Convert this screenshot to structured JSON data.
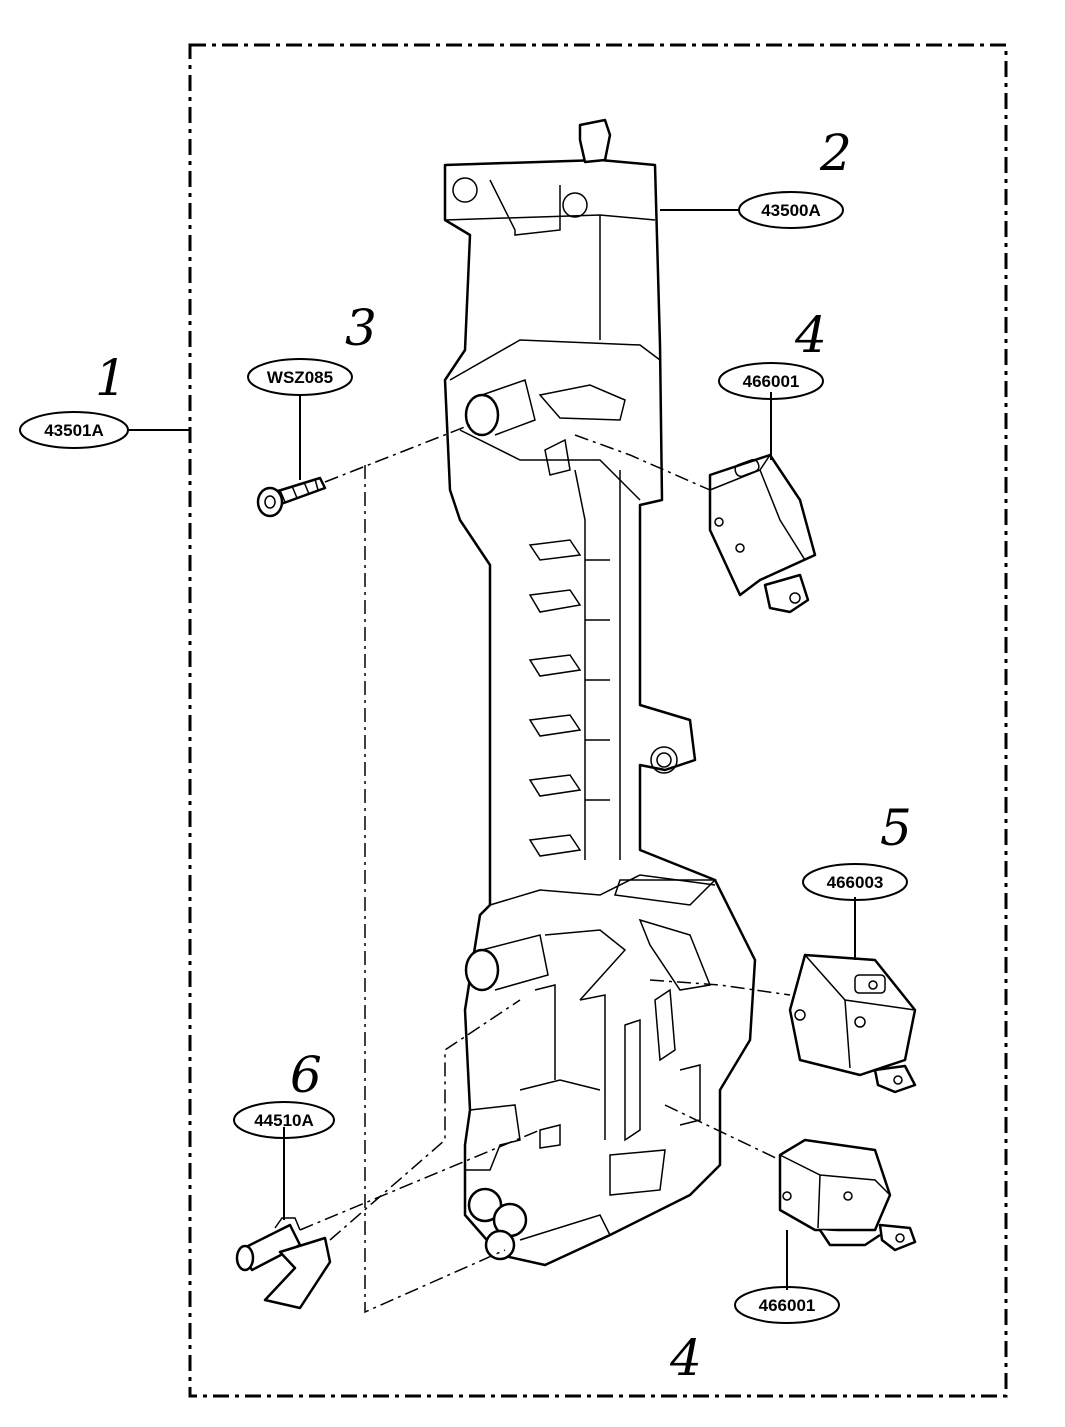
{
  "callouts": {
    "assembly": {
      "number": "1",
      "part_no": "43501A"
    },
    "latch_board": {
      "number": "2",
      "part_no": "43500A"
    },
    "screw": {
      "number": "3",
      "part_no": "WSZ085"
    },
    "switch_top": {
      "number": "4",
      "part_no": "466001"
    },
    "switch_middle": {
      "number": "5",
      "part_no": "466003"
    },
    "lever": {
      "number": "6",
      "part_no": "44510A"
    },
    "switch_bottom": {
      "number": "4",
      "part_no": "466001"
    }
  }
}
